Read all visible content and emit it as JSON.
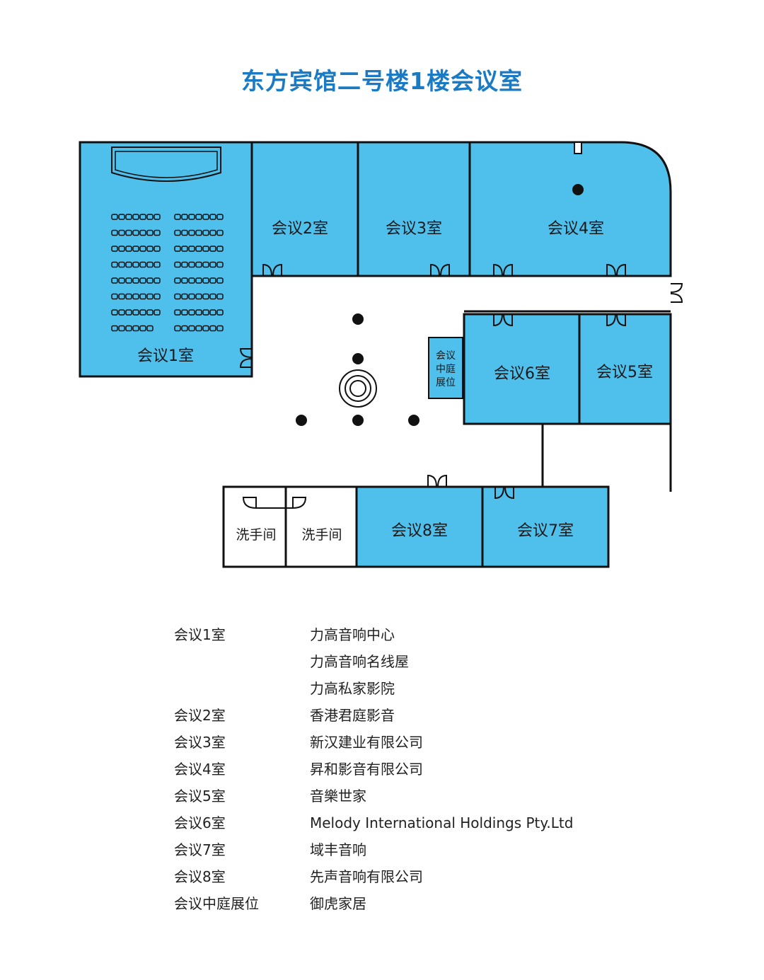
{
  "title": "东方宾馆二号楼1楼会议室",
  "colors": {
    "room_fill": "#4fbfec",
    "wall": "#111111",
    "title": "#1a7ac4"
  },
  "rooms": {
    "room1": "会议1室",
    "room2": "会议2室",
    "room3": "会议3室",
    "room4": "会议4室",
    "room5": "会议5室",
    "room6": "会议6室",
    "room7": "会议7室",
    "room8": "会议8室",
    "atrium_line1": "会议",
    "atrium_line2": "中庭",
    "atrium_line3": "展位",
    "washroom_a": "洗手间",
    "washroom_b": "洗手间"
  },
  "legend": [
    {
      "room": "会议1室",
      "company": "力高音响中心"
    },
    {
      "room": "",
      "company": "力高音响名线屋"
    },
    {
      "room": "",
      "company": "力高私家影院"
    },
    {
      "room": "会议2室",
      "company": "香港君庭影音"
    },
    {
      "room": "会议3室",
      "company": "新汉建业有限公司"
    },
    {
      "room": "会议4室",
      "company": "昇和影音有限公司"
    },
    {
      "room": "会议5室",
      "company": "音樂世家"
    },
    {
      "room": "会议6室",
      "company": "Melody International Holdings Pty.Ltd"
    },
    {
      "room": "会议7室",
      "company": "域丰音响"
    },
    {
      "room": "会议8室",
      "company": "先声音响有限公司"
    },
    {
      "room": "会议中庭展位",
      "company": "御虎家居"
    }
  ]
}
